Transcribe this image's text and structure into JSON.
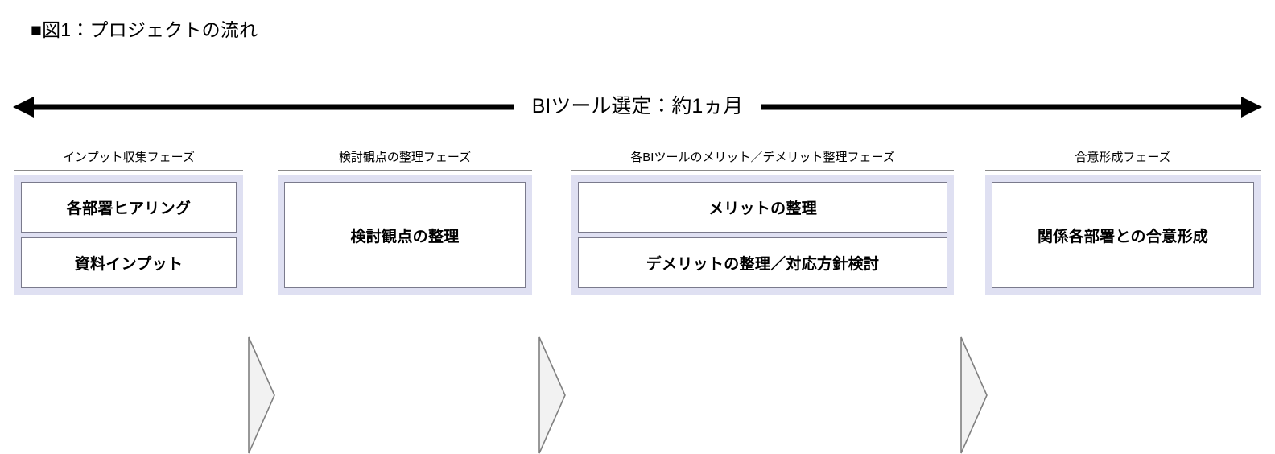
{
  "figure": {
    "title": "■図1：プロジェクトの流れ"
  },
  "timeline": {
    "label": "BIツール選定：約1ヵ月",
    "arrow_style": "double-headed",
    "color": "#000000"
  },
  "phases": [
    {
      "label": "インプット収集フェーズ",
      "tasks": [
        {
          "label": "各部署ヒアリング"
        },
        {
          "label": "資料インプット"
        }
      ]
    },
    {
      "label": "検討観点の整理フェーズ",
      "tasks": [
        {
          "label": "検討観点の整理"
        }
      ]
    },
    {
      "label": "各BIツールのメリット／デメリット整理フェーズ",
      "tasks": [
        {
          "label": "メリットの整理"
        },
        {
          "label": "デメリットの整理／対応方針検討"
        }
      ]
    },
    {
      "label": "合意形成フェーズ",
      "tasks": [
        {
          "label": "関係各部署との合意形成"
        }
      ]
    }
  ],
  "connectors": [
    {
      "name": "chevron-1",
      "from": "インプット収集フェーズ",
      "to": "検討観点の整理フェーズ"
    },
    {
      "name": "chevron-2",
      "from": "検討観点の整理フェーズ",
      "to": "各BIツールのメリット／デメリット整理フェーズ"
    },
    {
      "name": "chevron-3",
      "from": "各BIツールのメリット／デメリット整理フェーズ",
      "to": "合意形成フェーズ"
    }
  ],
  "colors": {
    "phase_background": "#dfe0f2",
    "task_border": "#7a7a8c",
    "task_background": "#ffffff",
    "rule": "#8a8a8a",
    "chevron_fill": "#f2f2f2",
    "chevron_stroke": "#808080",
    "canvas": "#ffffff"
  }
}
